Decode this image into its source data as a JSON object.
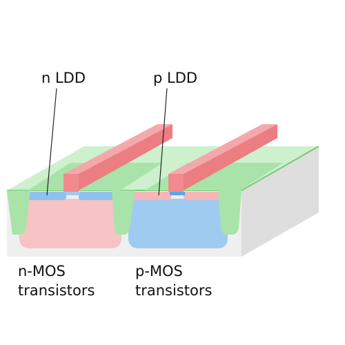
{
  "labels": {
    "n_ldd": "n LDD",
    "p_ldd": "p LDD",
    "nmos_line1": "n-MOS",
    "nmos_line2": "transistors",
    "pmos_line1": "p-MOS",
    "pmos_line2": "transistors"
  },
  "colors": {
    "substrate_front": "#efefef",
    "substrate_side": "#dedede",
    "isolation_green": "#a9e3a9",
    "top_green": "#cdf0cd",
    "n_well_pink": "#f6c4c4",
    "p_well_blue": "#9fcbf1",
    "gate_red": "#f08a8e",
    "ldd_blue": "#8fc0ee",
    "ldd_pink": "#f7b5b8"
  }
}
